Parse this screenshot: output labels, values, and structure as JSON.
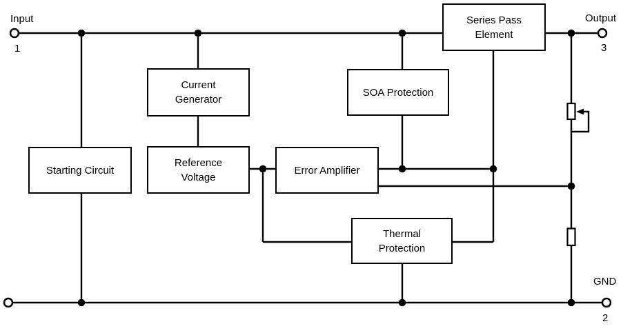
{
  "diagram": {
    "blocks": {
      "series_pass": "Series Pass\nElement",
      "current_generator": "Current\nGenerator",
      "soa_protection": "SOA Protection",
      "starting_circuit": "Starting Circuit",
      "reference_voltage": "Reference\nVoltage",
      "error_amplifier": "Error Amplifier",
      "thermal_protection": "Thermal\nProtection"
    },
    "terminals": {
      "input": {
        "label": "Input",
        "pin": "1"
      },
      "output": {
        "label": "Output",
        "pin": "3"
      },
      "gnd": {
        "label": "GND",
        "pin": "2"
      }
    },
    "icons": {
      "junction": "junction-dot",
      "terminal": "open-circle-terminal",
      "resistor": "resistor-symbol",
      "adjustable_resistor": "adjustable-resistor-symbol"
    },
    "colors": {
      "line": "#000000",
      "background": "#ffffff",
      "text": "#000000"
    }
  }
}
